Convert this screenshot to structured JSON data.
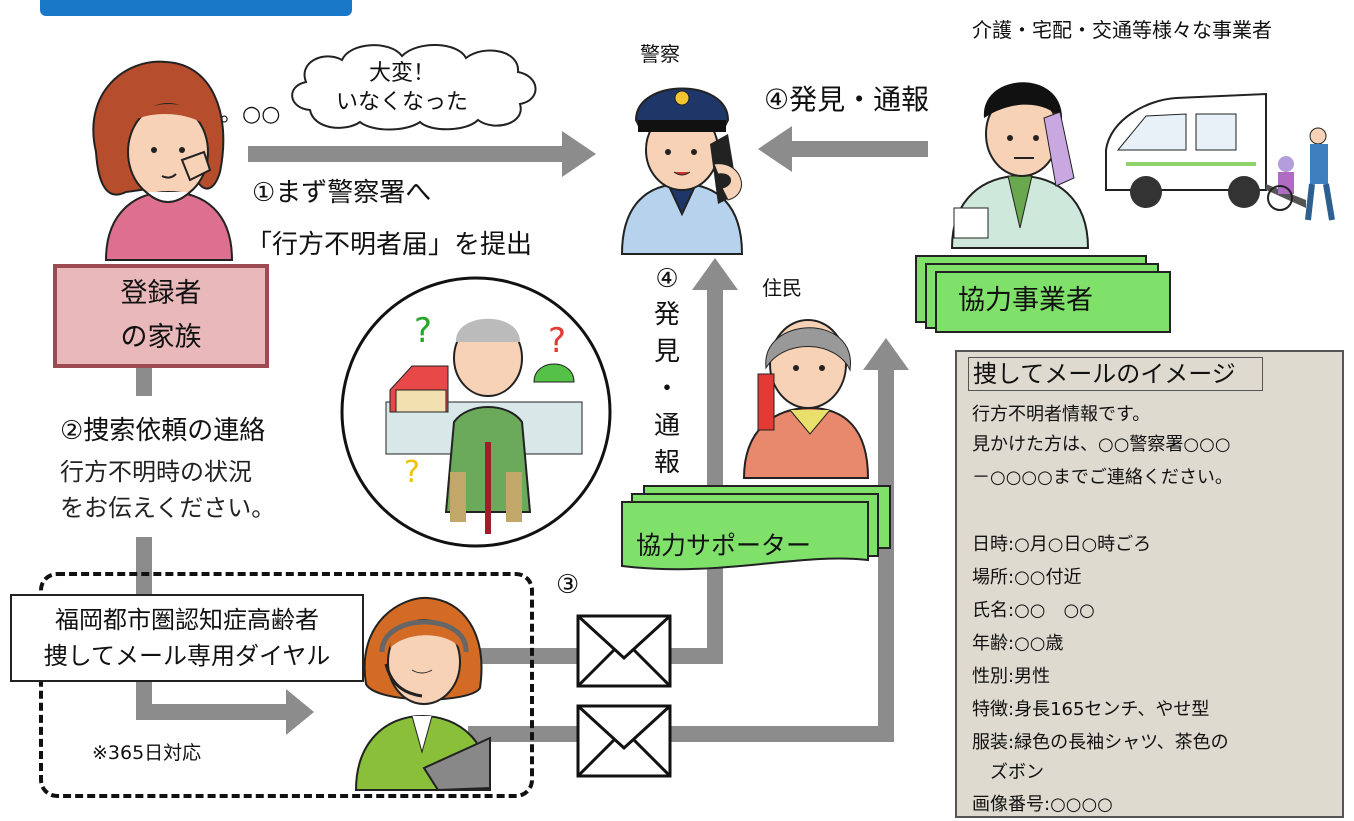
{
  "top_right_label": "介護・宅配・交通等様々な事業者",
  "police_label": "警察",
  "resident_label": "住民",
  "bubble_line1": "大変！",
  "bubble_line2": "いなくなった",
  "dots": "。○○",
  "step1_line1": "①まず警察署へ",
  "step1_line2": "「行方不明者届」を提出",
  "step4_horizontal": "④発見・通報",
  "step4_vertical": [
    "④",
    "発",
    "見",
    "・",
    "通",
    "報"
  ],
  "family_box": [
    "登録者",
    "の家族"
  ],
  "step2_title": "②捜索依頼の連絡",
  "step2_line1": "行方不明時の状況",
  "step2_line2": "をお伝えください。",
  "dial_box": [
    "福岡都市圏認知症高齢者",
    "捜してメール専用ダイヤル"
  ],
  "support_365": "※365日対応",
  "step3": "③",
  "business_label": "協力事業者",
  "supporter_label": "協力サポーター",
  "mail_panel": {
    "heading": "捜してメールのイメージ",
    "lines": [
      "行方不明者情報です。",
      "見かけた方は、○○警察署○○○",
      "－○○○○までご連絡ください。",
      "",
      "日時:○月○日○時ごろ",
      "場所:○○付近",
      "氏名:○○　○○",
      "年齢:○○歳",
      "性別:男性",
      "特徴:身長165センチ、やせ型",
      "服装:緑色の長袖シャツ、茶色の",
      "　ズボン",
      "画像番号:○○○○"
    ]
  },
  "colors": {
    "arrow": "#8c8c8c",
    "banner_green": "#7fe06a",
    "family_fill": "#e8b8bb",
    "family_border": "#9e4a52",
    "panel_bg": "#dedad0",
    "tab_blue": "#1a78c8"
  },
  "icons": [
    "woman-phone-icon",
    "police-officer-icon",
    "businessman-phone-icon",
    "welfare-van-icon",
    "elderly-man-icon",
    "elderly-woman-phone-icon",
    "operator-headset-icon",
    "envelope-icon"
  ]
}
